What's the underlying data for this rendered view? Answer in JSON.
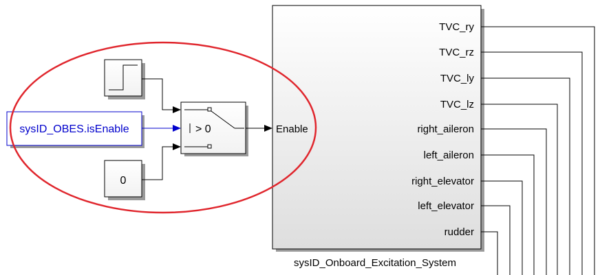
{
  "diagram": {
    "subsystem": {
      "name": "sysID_Onboard_Excitation_System",
      "enable_port_label": "Enable",
      "output_ports": [
        "TVC_ry",
        "TVC_rz",
        "TVC_ly",
        "TVC_lz",
        "right_aileron",
        "left_aileron",
        "right_elevator",
        "left_elevator",
        "rudder"
      ]
    },
    "from_block": {
      "label": "sysID_OBES.isEnable"
    },
    "constant_block": {
      "value": "0"
    },
    "switch_block": {
      "criteria_label": "> 0"
    },
    "step_block": {
      "icon": "step-icon"
    },
    "annotation": {
      "shape": "ellipse",
      "color": "#e0262d"
    },
    "colors": {
      "signal_blue": "#0000cc",
      "annotation_red": "#e0262d",
      "block_border": "#000000"
    }
  }
}
